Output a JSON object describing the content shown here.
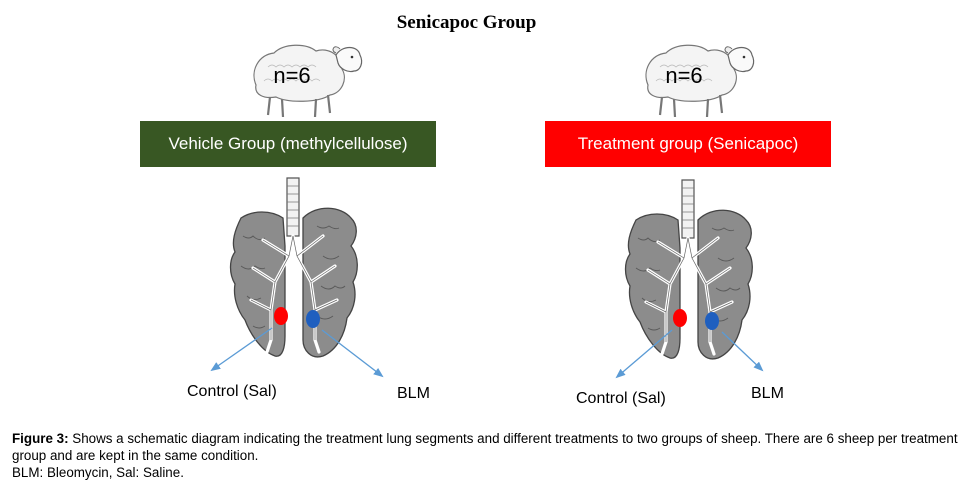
{
  "title": "Senicapoc Group",
  "groups": [
    {
      "n_label": "n=6",
      "group_label": "Vehicle Group (methylcellulose)",
      "group_color": "#385723",
      "left_segment": {
        "label": "Control (Sal)",
        "color": "#ff0000"
      },
      "right_segment": {
        "label": "BLM",
        "color": "#1f5fbf"
      }
    },
    {
      "n_label": "n=6",
      "group_label": "Treatment group (Senicapoc)",
      "group_color": "#ff0000",
      "left_segment": {
        "label": "Control (Sal)",
        "color": "#ff0000"
      },
      "right_segment": {
        "label": "BLM",
        "color": "#1f5fbf"
      }
    }
  ],
  "arrow_color": "#5b9bd5",
  "caption": {
    "figure_label": "Figure 3:",
    "text": " Shows a schematic diagram indicating the treatment lung segments and different treatments to two groups of sheep. There are 6 sheep per treatment group and are kept in the same condition.",
    "abbreviations": "BLM: Bleomycin, Sal: Saline."
  }
}
